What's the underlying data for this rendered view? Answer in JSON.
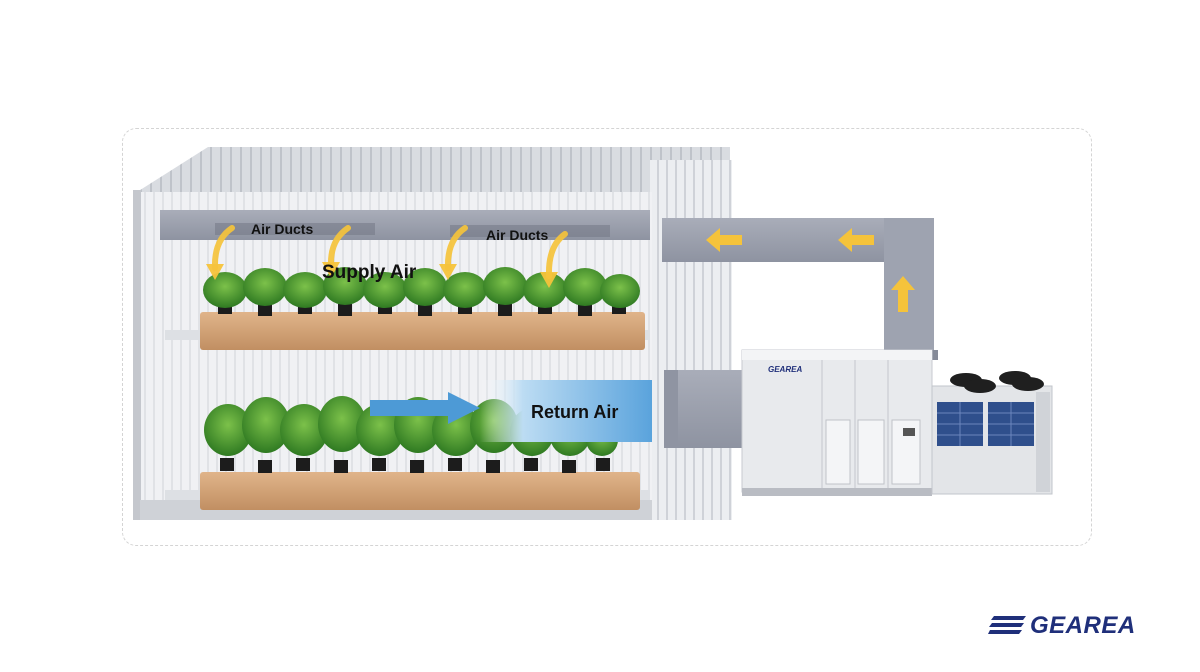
{
  "labels": {
    "air_ducts_left": "Air Ducts",
    "air_ducts_right": "Air Ducts",
    "supply_air": "Supply Air",
    "return_air": "Return Air"
  },
  "brand": {
    "logo_text": "GEAREA",
    "unit_logo_text": "GEAREA",
    "color": "#1f2f7a"
  },
  "colors": {
    "arrow_yellow": "#f5c33b",
    "return_arrow_blue": "#4d9ad6",
    "duct_gray": "#9ea3b0",
    "room_wall": "#e9eaed",
    "tray_wood": "#d4a77c",
    "plant_green": "#3f8f2a"
  }
}
